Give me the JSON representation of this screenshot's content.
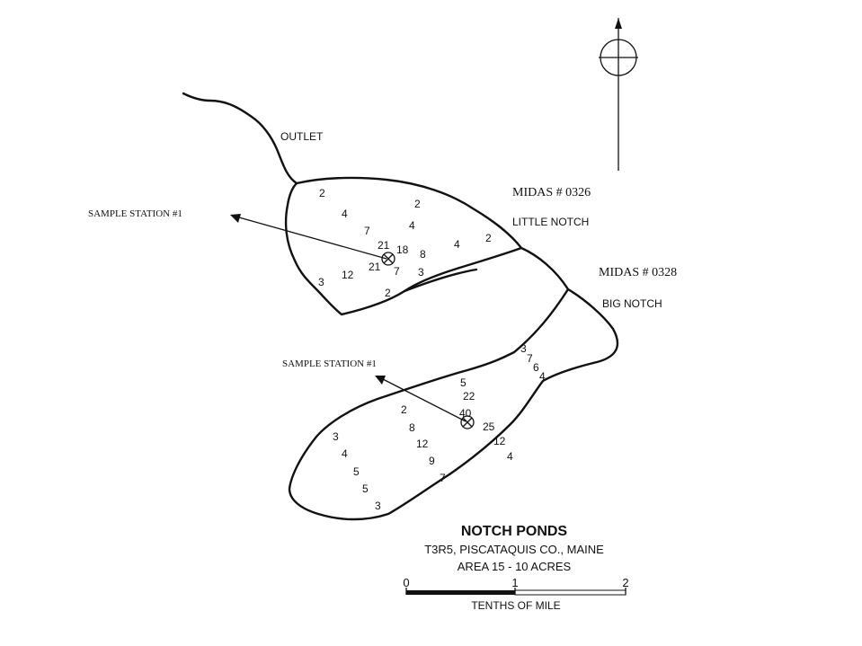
{
  "map": {
    "title": "NOTCH PONDS",
    "location": "T3R5, PISCATAQUIS CO., MAINE",
    "area": "AREA 15 - 10 ACRES",
    "scale": {
      "label": "TENTHS OF MILE",
      "ticks": [
        "0",
        "1",
        "2"
      ]
    },
    "outlet_label": "OUTLET",
    "north_arrow": "north-arrow-icon"
  },
  "ponds": {
    "little_notch": {
      "name": "LITTLE NOTCH",
      "midas": "MIDAS # 0326",
      "station_label": "SAMPLE STATION #1",
      "depths": [
        "2",
        "2",
        "4",
        "4",
        "7",
        "4",
        "2",
        "21",
        "18",
        "8",
        "21",
        "7",
        "3",
        "3",
        "12",
        "2"
      ]
    },
    "big_notch": {
      "name": "BIG NOTCH",
      "midas": "MIDAS # 0328",
      "station_label": "SAMPLE STATION #1",
      "depths": [
        "3",
        "7",
        "6",
        "4",
        "5",
        "22",
        "2",
        "40",
        "8",
        "25",
        "12",
        "12",
        "4",
        "9",
        "7",
        "3",
        "4",
        "5",
        "5",
        "3"
      ]
    }
  }
}
